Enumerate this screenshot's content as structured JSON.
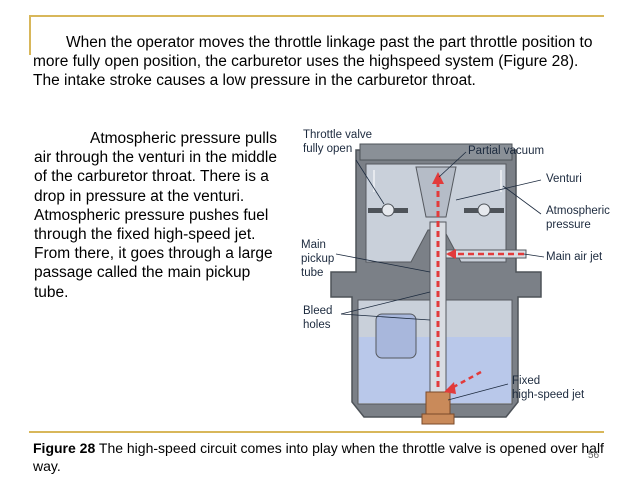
{
  "intro": "When the operator moves the throttle linkage past the part throttle position to more fully open position, the carburetor uses the highspeed system (Figure 28). The intake stroke causes a low pressure in the carburetor throat.",
  "body": "Atmospheric pressure pulls air through the venturi in the middle of the carburetor throat. There is a drop in pressure at the venturi. Atmospheric pressure pushes fuel through the fixed high-speed jet. From there, it goes through a large passage called the main pickup tube.",
  "caption": {
    "label": "Figure 28",
    "text": " The high-speed circuit comes into play when the throttle valve is opened over half way."
  },
  "page_number": "56",
  "diagram": {
    "labels": {
      "throttle_valve_1": "Throttle valve",
      "throttle_valve_2": "fully open",
      "partial_vacuum": "Partial vacuum",
      "venturi": "Venturi",
      "atmospheric_1": "Atmospheric",
      "atmospheric_2": "pressure",
      "main_pickup_1": "Main",
      "main_pickup_2": "pickup",
      "main_pickup_3": "tube",
      "main_air_jet": "Main air jet",
      "bleed_1": "Bleed",
      "bleed_2": "holes",
      "fixed_1": "Fixed",
      "fixed_2": "high-speed jet"
    },
    "colors": {
      "body": "#7b8087",
      "body_dark": "#5c6168",
      "chamber": "#c9d0da",
      "fuel": "#b9c8ea",
      "flow": "#e23b3b",
      "brass": "#c98a5a",
      "rule": "#d8b75a"
    }
  }
}
